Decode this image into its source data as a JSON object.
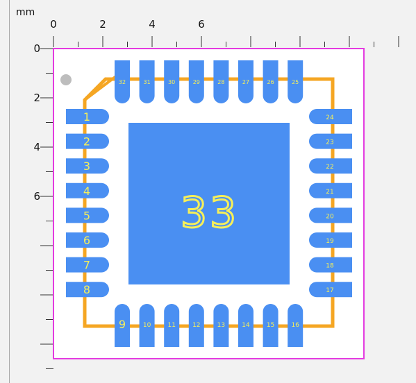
{
  "ruler": {
    "unit_label": "mm",
    "x_ticks": [
      "0",
      "2",
      "4",
      "6"
    ],
    "y_ticks": [
      "0",
      "2",
      "4",
      "6"
    ]
  },
  "package": {
    "center_pad_label": "33",
    "left_pins": [
      "1",
      "2",
      "3",
      "4",
      "5",
      "6",
      "7",
      "8"
    ],
    "bottom_pins": [
      "9",
      "10",
      "11",
      "12",
      "13",
      "14",
      "15",
      "16"
    ],
    "right_pins": [
      "17",
      "18",
      "19",
      "20",
      "21",
      "22",
      "23",
      "24"
    ],
    "top_pins": [
      "25",
      "26",
      "27",
      "28",
      "29",
      "30",
      "31",
      "32"
    ]
  },
  "colors": {
    "pad": "#4a8ff2",
    "silkscreen": "#f5a623",
    "pad_text": "#f5ef5a",
    "courtyard": "#e43be0",
    "pin1_marker": "#bdbdbd",
    "background": "#ffffff",
    "ruler_bg": "#f2f2f2"
  }
}
